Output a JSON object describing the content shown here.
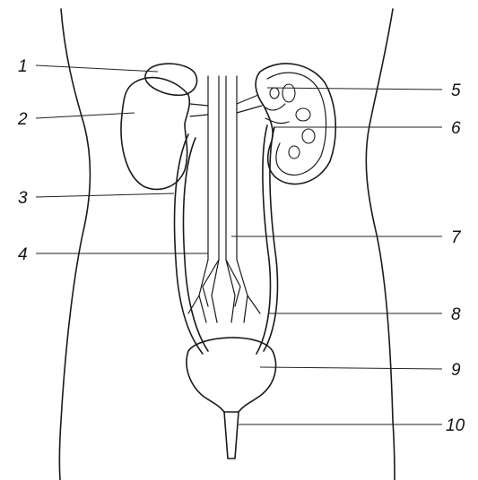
{
  "figure": {
    "labels": [
      "1",
      "2",
      "3",
      "4",
      "5",
      "6",
      "7",
      "8",
      "9",
      "10"
    ]
  },
  "colors": {
    "ink": "#1a1a1a",
    "stipple": "#7a7a7a",
    "background": "#ffffff"
  }
}
